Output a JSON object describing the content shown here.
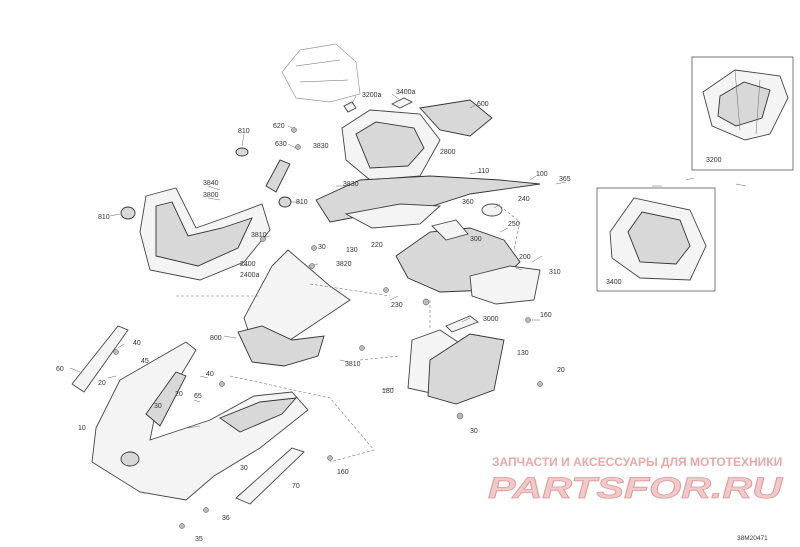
{
  "diagram": {
    "labels": [
      {
        "id": "600",
        "text": "600"
      },
      {
        "id": "3200a",
        "text": "3200a"
      },
      {
        "id": "3400a",
        "text": "3400a"
      },
      {
        "id": "620",
        "text": "620"
      },
      {
        "id": "630",
        "text": "630"
      },
      {
        "id": "3830a",
        "text": "3830"
      },
      {
        "id": "810a",
        "text": "810"
      },
      {
        "id": "810b",
        "text": "810"
      },
      {
        "id": "810c",
        "text": "810"
      },
      {
        "id": "2800",
        "text": "2800"
      },
      {
        "id": "110",
        "text": "110"
      },
      {
        "id": "100",
        "text": "100"
      },
      {
        "id": "365",
        "text": "365"
      },
      {
        "id": "3840",
        "text": "3840"
      },
      {
        "id": "3800",
        "text": "3800"
      },
      {
        "id": "3830b",
        "text": "3830"
      },
      {
        "id": "360",
        "text": "360"
      },
      {
        "id": "240",
        "text": "240"
      },
      {
        "id": "3810a",
        "text": "3810"
      },
      {
        "id": "30a",
        "text": "30"
      },
      {
        "id": "130a",
        "text": "130"
      },
      {
        "id": "220",
        "text": "220"
      },
      {
        "id": "300",
        "text": "300"
      },
      {
        "id": "250",
        "text": "250"
      },
      {
        "id": "2400",
        "text": "2400"
      },
      {
        "id": "2400a",
        "text": "2400a"
      },
      {
        "id": "3820",
        "text": "3820"
      },
      {
        "id": "200",
        "text": "200"
      },
      {
        "id": "310",
        "text": "310"
      },
      {
        "id": "230",
        "text": "230"
      },
      {
        "id": "3000",
        "text": "3000"
      },
      {
        "id": "160a",
        "text": "160"
      },
      {
        "id": "800",
        "text": "800"
      },
      {
        "id": "40a",
        "text": "40"
      },
      {
        "id": "45",
        "text": "45"
      },
      {
        "id": "60",
        "text": "60"
      },
      {
        "id": "20a",
        "text": "20"
      },
      {
        "id": "3810b",
        "text": "3810"
      },
      {
        "id": "130b",
        "text": "130"
      },
      {
        "id": "180",
        "text": "180"
      },
      {
        "id": "40b",
        "text": "40"
      },
      {
        "id": "20b",
        "text": "20"
      },
      {
        "id": "65",
        "text": "65"
      },
      {
        "id": "30b",
        "text": "30"
      },
      {
        "id": "20c",
        "text": "20"
      },
      {
        "id": "10",
        "text": "10"
      },
      {
        "id": "30c",
        "text": "30"
      },
      {
        "id": "30d",
        "text": "30"
      },
      {
        "id": "160b",
        "text": "160"
      },
      {
        "id": "70",
        "text": "70"
      },
      {
        "id": "36",
        "text": "36"
      },
      {
        "id": "35",
        "text": "35"
      },
      {
        "id": "3200b",
        "text": "3200"
      },
      {
        "id": "3400b",
        "text": "3400"
      }
    ],
    "drawing_code": "38M20471"
  },
  "watermark": {
    "tagline": "ЗАПЧАСТИ И АКСЕССУАРЫ ДЛЯ МОТОТЕХНИКИ",
    "logo": "PARTSFOR.RU"
  }
}
